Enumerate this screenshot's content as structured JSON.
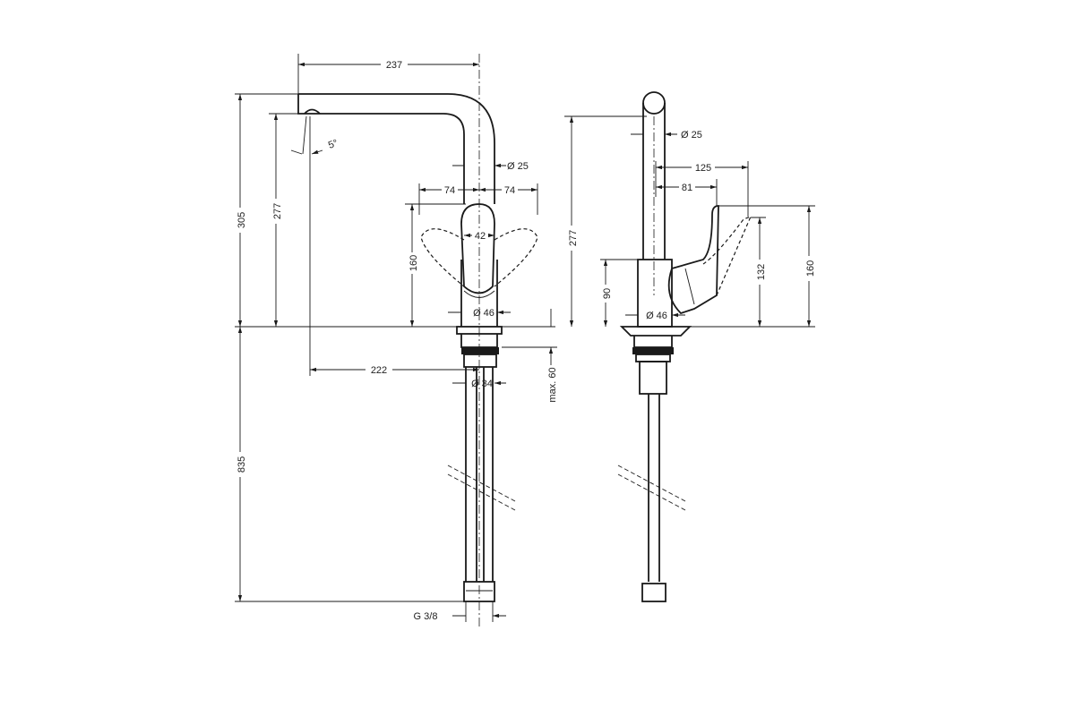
{
  "front_view": {
    "spout_reach": "237",
    "total_height": "305",
    "outlet_height": "277",
    "spray_angle": "5°",
    "spout_diameter": "Ø 25",
    "handle_left": "74",
    "handle_right": "74",
    "handle_height": "160",
    "handle_width": "42",
    "body_diameter": "Ø 46",
    "outlet_to_center": "222",
    "shank_diameter": "Ø 34",
    "max_thickness": "max. 60",
    "hose_length": "835",
    "connection": "G 3/8"
  },
  "side_view": {
    "outlet_height": "277",
    "spout_diameter": "Ø 25",
    "lever_reach_open": "125",
    "lever_reach_closed": "81",
    "body_height": "90",
    "body_diameter": "Ø 46",
    "lever_height_open": "132",
    "lever_height_closed": "160"
  }
}
